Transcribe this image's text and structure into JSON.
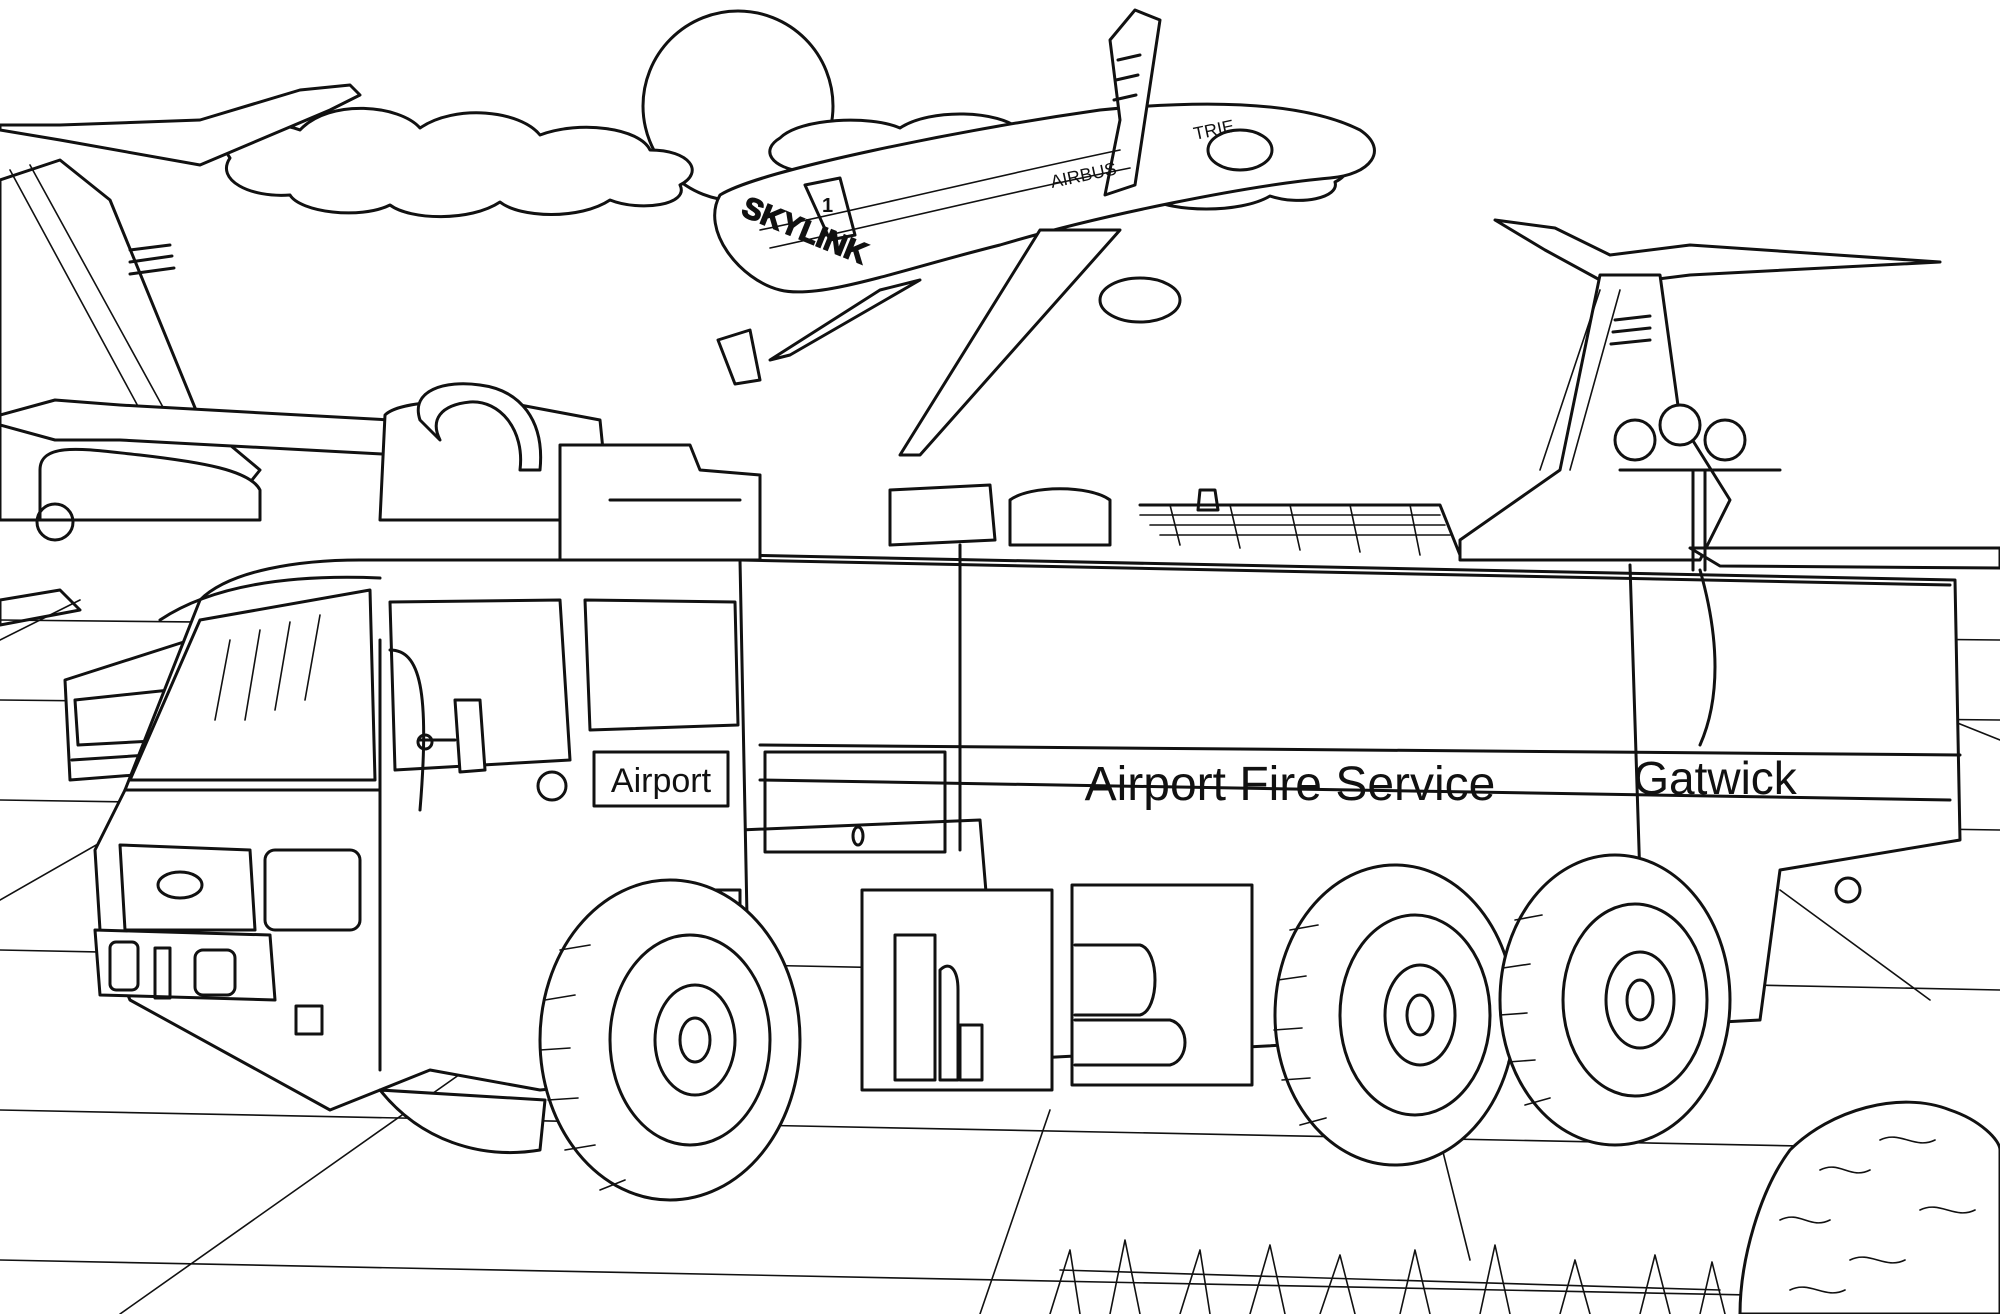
{
  "truck": {
    "door_sign": "Airport",
    "service_label": "Airport Fire Service",
    "location_label": "Gatwick"
  },
  "aircraft": {
    "fuselage_label": "AIRBUS",
    "tail_label": "TRIE",
    "nose_label": "SKYLINK",
    "fin_number": "1"
  },
  "colors": {
    "ink": "#111111",
    "paper": "#ffffff"
  }
}
